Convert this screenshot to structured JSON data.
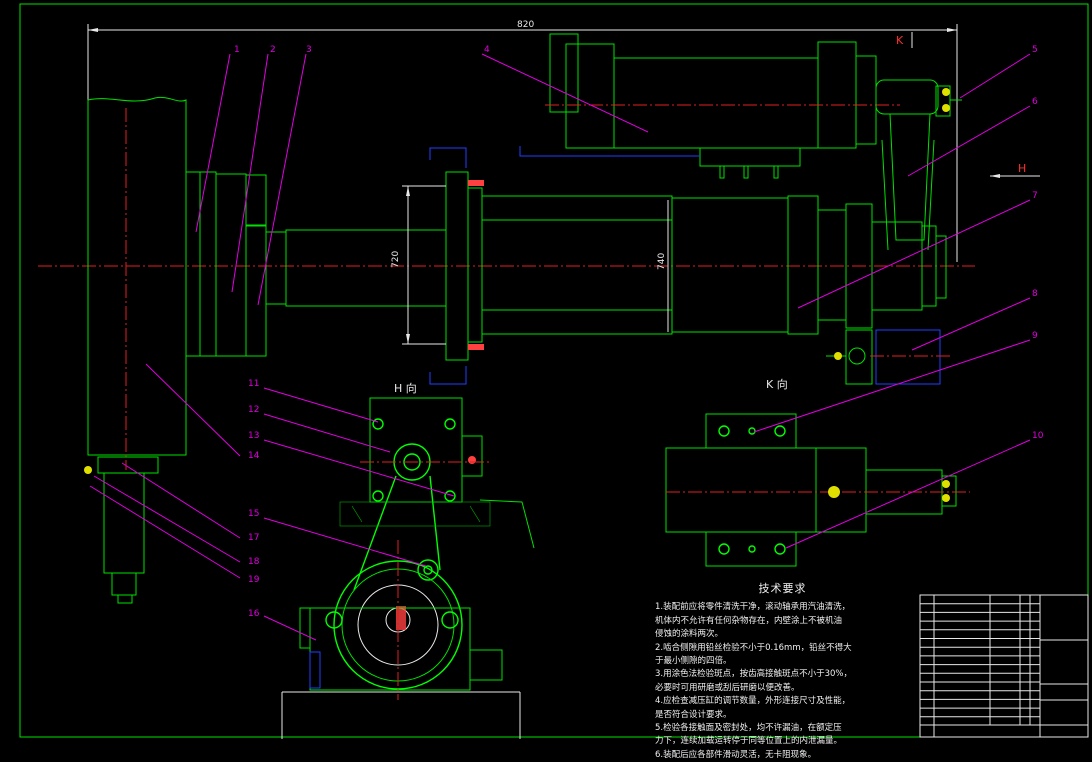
{
  "drawing": {
    "dimensions": {
      "overall_width": "820",
      "flange_height": "720",
      "cylinder_height": "740"
    },
    "view_labels": {
      "h_view": "H 向",
      "k_view": "K 向",
      "k_arrow": "K",
      "h_arrow": "H"
    },
    "balloons": [
      "1",
      "2",
      "3",
      "4",
      "5",
      "6",
      "7",
      "8",
      "9",
      "10",
      "11",
      "12",
      "13",
      "14",
      "15",
      "16",
      "17",
      "18",
      "19"
    ]
  },
  "tech_notes": {
    "title": "技术要求",
    "lines": [
      "1.装配前应将零件清洗干净，滚动轴承用汽油清洗，",
      "机体内不允许有任何杂物存在，内壁涂上不被机油",
      "侵蚀的涂料两次。",
      "2.啮合侧隙用铅丝检验不小于0.16mm，铅丝不得大",
      "于最小侧隙的四倍。",
      "3.用涂色法检验斑点，按齿高接触斑点不小于30%，",
      "必要时可用研磨或刮后研磨以便改善。",
      "4.应检查减压缸的调节数量，外形连接尺寸及性能，",
      "是否符合设计要求。",
      "5.检验各接触面及密封处，均不许漏油，在额定压",
      "力下，连续加载运转停于同等位置上的内泄漏量。",
      "6.装配后应各部件滑动灵活，无卡阻现象。"
    ]
  }
}
